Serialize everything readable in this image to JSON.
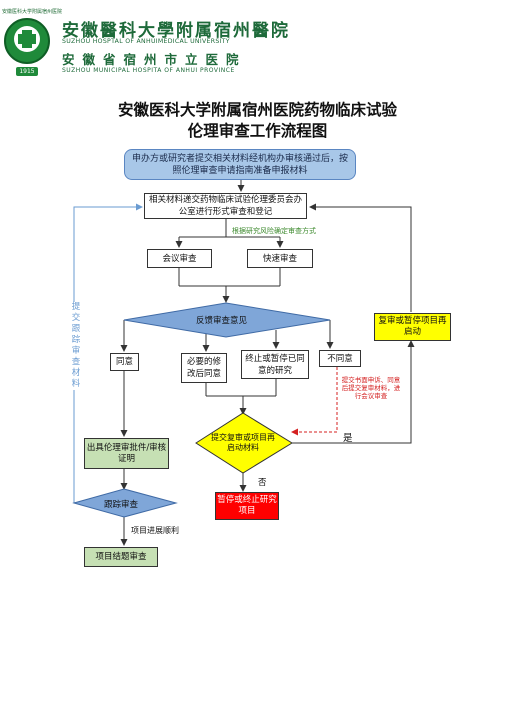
{
  "header": {
    "logo_top_text": "安徽医科大学附属宿州医院",
    "logo_year": "1915",
    "name_cn": "安徽醫科大學附属宿州醫院",
    "name_en": "SUZHOU HOSPTAL OF ANHUIMEDICAL UNIVERSITY",
    "name_cn2": "安徽省宿州市立医院",
    "name_en2": "SUZHOU MUNICIPAL HOSPITA OF ANHUI PROVINCE"
  },
  "title": {
    "line1": "安徽医科大学附属宿州医院药物临床试验",
    "line2": "伦理审查工作流程图"
  },
  "nodes": {
    "submit": "申办方或研究者提交相关材料经机构办审核通过后，按照伦理审查申请指南准备申报材料",
    "office": "相关材料递交药物临床试验伦理委员会办公室进行形式审查和登记",
    "risk_note": "根据研究风险确定审查方式",
    "meeting": "会议审查",
    "fast": "快速审查",
    "feedback": "反馈审查意见",
    "agree": "同意",
    "modify": "必要的修改后同意",
    "terminated": "终止或暂停已同意的研究",
    "disagree": "不同意",
    "appeal_note": "提交书面申诉、同意后提交复审材料，进行会议审查",
    "resubmit": "提交复审或项目再启动材料",
    "yes": "是",
    "no": "否",
    "stop": "暂停或终止研究项目",
    "restart": "复审或暂停项目再启动",
    "approval": "出具伦理审批件/审核证明",
    "track": "跟踪审查",
    "track_side": "提交跟踪审查材料",
    "progress": "项目进展顺利",
    "final": "项目结题审查"
  },
  "colors": {
    "green_brand": "#1e6a3a",
    "blue_box": "#a8c7e8",
    "diamond_blue": "#7fa6d8",
    "green_box": "#c6e0b4",
    "yellow": "#ffff00",
    "red": "#ff0000",
    "note_red": "#d42020",
    "note_green": "#3d8a2e"
  }
}
